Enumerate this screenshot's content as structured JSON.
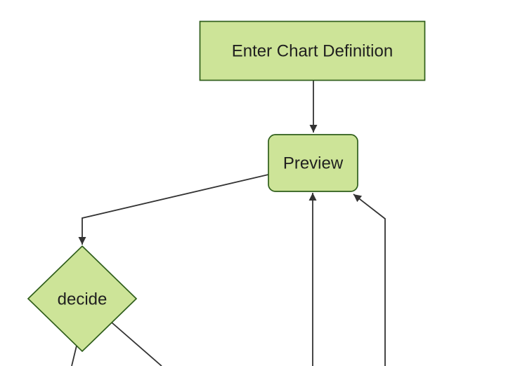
{
  "diagram": {
    "type": "flowchart",
    "direction": "top-down",
    "background": "#ffffff",
    "theme": {
      "node_fill": "#cde498",
      "node_border": "#2f5e1b",
      "edge_color": "#333333",
      "text_color": "#1f1f1f"
    },
    "nodes": [
      {
        "id": "enter-chart-definition",
        "label": "Enter Chart Definition",
        "shape": "rectangle"
      },
      {
        "id": "preview",
        "label": "Preview",
        "shape": "rounded-rectangle"
      },
      {
        "id": "decide",
        "label": "decide",
        "shape": "diamond"
      }
    ],
    "edges": [
      {
        "from": "enter-chart-definition",
        "to": "preview",
        "arrowhead": true
      },
      {
        "from": "preview",
        "to": "decide",
        "arrowhead": true
      },
      {
        "from": "decide",
        "to": "offscreen-bottom-left",
        "arrowhead": false
      },
      {
        "from": "decide",
        "to": "offscreen-bottom-right",
        "arrowhead": false
      },
      {
        "from": "offscreen-bottom",
        "to": "preview",
        "arrowhead": true
      },
      {
        "from": "offscreen-bottom-right",
        "to": "preview",
        "arrowhead": true
      }
    ]
  }
}
